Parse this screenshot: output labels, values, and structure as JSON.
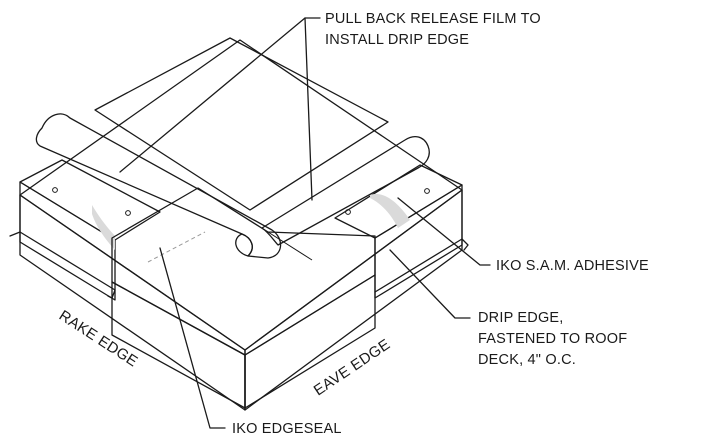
{
  "labels": {
    "release_film_line1": "PULL BACK RELEASE FILM TO",
    "release_film_line2": "INSTALL DRIP EDGE",
    "adhesive": "IKO S.A.M. ADHESIVE",
    "drip_line1": "DRIP EDGE,",
    "drip_line2": "FASTENED TO ROOF",
    "drip_line3": "DECK, 4\" O.C.",
    "edgeseal": "IKO EDGESEAL",
    "rake_edge": "RAKE EDGE",
    "eave_edge": "EAVE EDGE"
  },
  "colors": {
    "membrane_top": "#474747",
    "membrane_front": "#2e2e2e",
    "membrane_side": "#262626",
    "drip_roll": "#8c8c8c",
    "deck_side": "#ffffff",
    "line": "#1a1a1a"
  }
}
